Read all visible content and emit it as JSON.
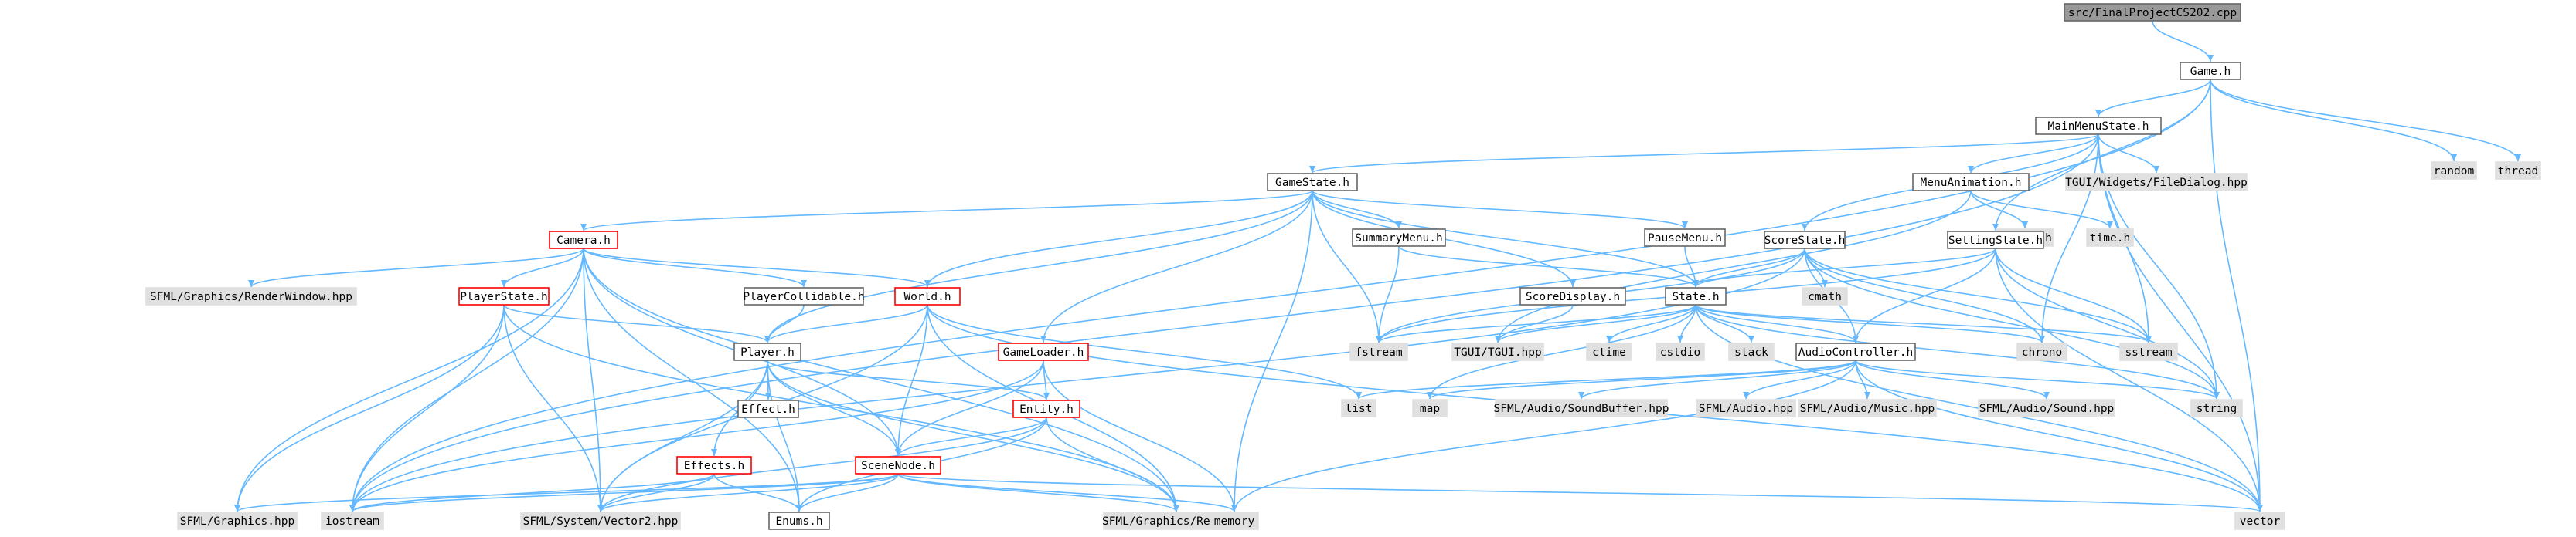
{
  "graph": {
    "title": "",
    "colors": {
      "edge": "#63b8ff",
      "root_fill": "#999999",
      "root_stroke": "#666666",
      "node_fill": "#ffffff",
      "node_stroke": "#666666",
      "missing_fill": "#ffffff",
      "missing_stroke": "#ff0000",
      "system_fill": "#e0e0e0",
      "system_stroke": "#e0e0e0"
    },
    "nodes": [
      {
        "id": "root",
        "label": "src/FinalProjectCS202.cpp",
        "kind": "root"
      },
      {
        "id": "game",
        "label": "Game.h",
        "kind": "normal"
      },
      {
        "id": "random",
        "label": "random",
        "kind": "system"
      },
      {
        "id": "thread",
        "label": "thread",
        "kind": "system"
      },
      {
        "id": "mainmenu",
        "label": "MainMenuState.h",
        "kind": "normal"
      },
      {
        "id": "gamestate",
        "label": "GameState.h",
        "kind": "normal"
      },
      {
        "id": "tguifd",
        "label": "TGUI/Widgets/FileDialog.hpp",
        "kind": "system"
      },
      {
        "id": "menuanim",
        "label": "MenuAnimation.h",
        "kind": "normal"
      },
      {
        "id": "stdlib",
        "label": "stdlib.h",
        "kind": "system"
      },
      {
        "id": "timeh",
        "label": "time.h",
        "kind": "system"
      },
      {
        "id": "camera",
        "label": "Camera.h",
        "kind": "missing"
      },
      {
        "id": "summary",
        "label": "SummaryMenu.h",
        "kind": "normal"
      },
      {
        "id": "pause",
        "label": "PauseMenu.h",
        "kind": "normal"
      },
      {
        "id": "scorestate",
        "label": "ScoreState.h",
        "kind": "normal"
      },
      {
        "id": "setting",
        "label": "SettingState.h",
        "kind": "normal"
      },
      {
        "id": "renderwin",
        "label": "SFML/Graphics/RenderWindow.hpp",
        "kind": "system"
      },
      {
        "id": "playerstate",
        "label": "PlayerState.h",
        "kind": "missing"
      },
      {
        "id": "playercoll",
        "label": "PlayerCollidable.h",
        "kind": "normal"
      },
      {
        "id": "world",
        "label": "World.h",
        "kind": "missing"
      },
      {
        "id": "scoredisp",
        "label": "ScoreDisplay.h",
        "kind": "normal"
      },
      {
        "id": "cmath",
        "label": "cmath",
        "kind": "system"
      },
      {
        "id": "stateh",
        "label": "State.h",
        "kind": "normal"
      },
      {
        "id": "fstream",
        "label": "fstream",
        "kind": "system"
      },
      {
        "id": "tguihpp",
        "label": "TGUI/TGUI.hpp",
        "kind": "system"
      },
      {
        "id": "ctime",
        "label": "ctime",
        "kind": "system"
      },
      {
        "id": "cstdio",
        "label": "cstdio",
        "kind": "system"
      },
      {
        "id": "stack",
        "label": "stack",
        "kind": "system"
      },
      {
        "id": "audio",
        "label": "AudioController.h",
        "kind": "normal"
      },
      {
        "id": "chrono",
        "label": "chrono",
        "kind": "system"
      },
      {
        "id": "sstream",
        "label": "sstream",
        "kind": "system"
      },
      {
        "id": "player",
        "label": "Player.h",
        "kind": "normal"
      },
      {
        "id": "gameloader",
        "label": "GameLoader.h",
        "kind": "missing"
      },
      {
        "id": "effecth",
        "label": "Effect.h",
        "kind": "normal"
      },
      {
        "id": "entity",
        "label": "Entity.h",
        "kind": "missing"
      },
      {
        "id": "list",
        "label": "list",
        "kind": "system"
      },
      {
        "id": "map",
        "label": "map",
        "kind": "system"
      },
      {
        "id": "soundbuf",
        "label": "SFML/Audio/SoundBuffer.hpp",
        "kind": "system"
      },
      {
        "id": "sfaudio",
        "label": "SFML/Audio.hpp",
        "kind": "system"
      },
      {
        "id": "sfmusic",
        "label": "SFML/Audio/Music.hpp",
        "kind": "system"
      },
      {
        "id": "sfsound",
        "label": "SFML/Audio/Sound.hpp",
        "kind": "system"
      },
      {
        "id": "string",
        "label": "string",
        "kind": "system"
      },
      {
        "id": "effects",
        "label": "Effects.h",
        "kind": "missing"
      },
      {
        "id": "scenenode",
        "label": "SceneNode.h",
        "kind": "missing"
      },
      {
        "id": "sfgraphics",
        "label": "SFML/Graphics.hpp",
        "kind": "system"
      },
      {
        "id": "iostream",
        "label": "iostream",
        "kind": "system"
      },
      {
        "id": "vector2",
        "label": "SFML/System/Vector2.hpp",
        "kind": "system"
      },
      {
        "id": "enums",
        "label": "Enums.h",
        "kind": "normal"
      },
      {
        "id": "rect",
        "label": "SFML/Graphics/Rect.hpp",
        "kind": "system"
      },
      {
        "id": "memory",
        "label": "memory",
        "kind": "system"
      },
      {
        "id": "vector",
        "label": "vector",
        "kind": "system"
      }
    ],
    "edges": [
      [
        "root",
        "game"
      ],
      [
        "game",
        "random"
      ],
      [
        "game",
        "thread"
      ],
      [
        "game",
        "mainmenu"
      ],
      [
        "game",
        "iostream"
      ],
      [
        "game",
        "vector"
      ],
      [
        "game",
        "setting"
      ],
      [
        "mainmenu",
        "gamestate"
      ],
      [
        "mainmenu",
        "tguifd"
      ],
      [
        "mainmenu",
        "menuanim"
      ],
      [
        "mainmenu",
        "scorestate"
      ],
      [
        "mainmenu",
        "iostream"
      ],
      [
        "mainmenu",
        "string"
      ],
      [
        "mainmenu",
        "vector"
      ],
      [
        "mainmenu",
        "sstream"
      ],
      [
        "mainmenu",
        "chrono"
      ],
      [
        "menuanim",
        "stdlib"
      ],
      [
        "menuanim",
        "timeh"
      ],
      [
        "menuanim",
        "tguihpp"
      ],
      [
        "gamestate",
        "camera"
      ],
      [
        "gamestate",
        "summary"
      ],
      [
        "gamestate",
        "pause"
      ],
      [
        "gamestate",
        "world"
      ],
      [
        "gamestate",
        "player"
      ],
      [
        "gamestate",
        "gameloader"
      ],
      [
        "gamestate",
        "scoredisp"
      ],
      [
        "gamestate",
        "stateh"
      ],
      [
        "gamestate",
        "fstream"
      ],
      [
        "gamestate",
        "memory"
      ],
      [
        "camera",
        "renderwin"
      ],
      [
        "camera",
        "playerstate"
      ],
      [
        "camera",
        "playercoll"
      ],
      [
        "camera",
        "world"
      ],
      [
        "camera",
        "sfgraphics"
      ],
      [
        "camera",
        "iostream"
      ],
      [
        "camera",
        "vector2"
      ],
      [
        "camera",
        "enums"
      ],
      [
        "camera",
        "scenenode"
      ],
      [
        "camera",
        "rect"
      ],
      [
        "summary",
        "stateh"
      ],
      [
        "summary",
        "fstream"
      ],
      [
        "pause",
        "stateh"
      ],
      [
        "scorestate",
        "stateh"
      ],
      [
        "scorestate",
        "cmath"
      ],
      [
        "scorestate",
        "fstream"
      ],
      [
        "scorestate",
        "audio"
      ],
      [
        "scorestate",
        "chrono"
      ],
      [
        "scorestate",
        "sstream"
      ],
      [
        "scorestate",
        "iostream"
      ],
      [
        "scorestate",
        "string"
      ],
      [
        "setting",
        "stateh"
      ],
      [
        "setting",
        "audio"
      ],
      [
        "setting",
        "fstream"
      ],
      [
        "setting",
        "sstream"
      ],
      [
        "setting",
        "vector"
      ],
      [
        "setting",
        "string"
      ],
      [
        "playerstate",
        "player"
      ],
      [
        "playerstate",
        "sfgraphics"
      ],
      [
        "playerstate",
        "iostream"
      ],
      [
        "playerstate",
        "vector2"
      ],
      [
        "playerstate",
        "rect"
      ],
      [
        "playercoll",
        "player"
      ],
      [
        "world",
        "player"
      ],
      [
        "world",
        "scenenode"
      ],
      [
        "world",
        "list"
      ],
      [
        "world",
        "vector2"
      ],
      [
        "world",
        "vector"
      ],
      [
        "world",
        "rect"
      ],
      [
        "scoredisp",
        "tguihpp"
      ],
      [
        "stateh",
        "fstream"
      ],
      [
        "stateh",
        "tguihpp"
      ],
      [
        "stateh",
        "ctime"
      ],
      [
        "stateh",
        "cstdio"
      ],
      [
        "stateh",
        "stack"
      ],
      [
        "stateh",
        "audio"
      ],
      [
        "stateh",
        "chrono"
      ],
      [
        "stateh",
        "sstream"
      ],
      [
        "stateh",
        "string"
      ],
      [
        "stateh",
        "map"
      ],
      [
        "stateh",
        "vector"
      ],
      [
        "audio",
        "list"
      ],
      [
        "audio",
        "map"
      ],
      [
        "audio",
        "soundbuf"
      ],
      [
        "audio",
        "sfaudio"
      ],
      [
        "audio",
        "sfmusic"
      ],
      [
        "audio",
        "sfsound"
      ],
      [
        "audio",
        "string"
      ],
      [
        "audio",
        "vector"
      ],
      [
        "audio",
        "memory"
      ],
      [
        "player",
        "effecth"
      ],
      [
        "player",
        "entity"
      ],
      [
        "player",
        "effects"
      ],
      [
        "player",
        "scenenode"
      ],
      [
        "player",
        "vector2"
      ],
      [
        "player",
        "enums"
      ],
      [
        "player",
        "rect"
      ],
      [
        "gameloader",
        "entity"
      ],
      [
        "gameloader",
        "scenenode"
      ],
      [
        "gameloader",
        "memory"
      ],
      [
        "gameloader",
        "iostream"
      ],
      [
        "entity",
        "scenenode"
      ],
      [
        "entity",
        "rect"
      ],
      [
        "entity",
        "vector2"
      ],
      [
        "entity",
        "enums"
      ],
      [
        "effects",
        "vector2"
      ],
      [
        "effects",
        "enums"
      ],
      [
        "effects",
        "iostream"
      ],
      [
        "scenenode",
        "sfgraphics"
      ],
      [
        "scenenode",
        "iostream"
      ],
      [
        "scenenode",
        "vector2"
      ],
      [
        "scenenode",
        "enums"
      ],
      [
        "scenenode",
        "rect"
      ],
      [
        "scenenode",
        "memory"
      ],
      [
        "scenenode",
        "vector"
      ]
    ]
  }
}
